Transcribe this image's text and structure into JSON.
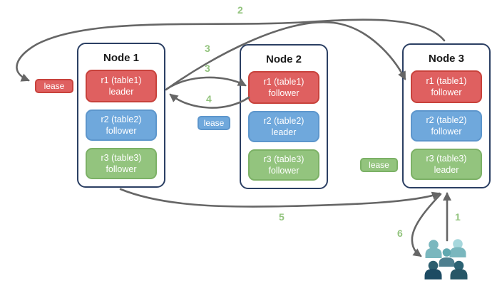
{
  "nodes": [
    {
      "title": "Node 1",
      "replicas": [
        {
          "name": "r1 (table1)",
          "role": "leader"
        },
        {
          "name": "r2 (table2)",
          "role": "follower"
        },
        {
          "name": "r3 (table3)",
          "role": "follower"
        }
      ]
    },
    {
      "title": "Node 2",
      "replicas": [
        {
          "name": "r1 (table1)",
          "role": "follower"
        },
        {
          "name": "r2 (table2)",
          "role": "leader"
        },
        {
          "name": "r3 (table3)",
          "role": "follower"
        }
      ]
    },
    {
      "title": "Node 3",
      "replicas": [
        {
          "name": "r1 (table1)",
          "role": "follower"
        },
        {
          "name": "r2 (table2)",
          "role": "follower"
        },
        {
          "name": "r3 (table3)",
          "role": "leader"
        }
      ]
    }
  ],
  "leases": [
    {
      "label": "lease",
      "color": "#df6060"
    },
    {
      "label": "lease",
      "color": "#6fa8dc"
    },
    {
      "label": "lease",
      "color": "#93c47e"
    }
  ],
  "steps": {
    "s1": "1",
    "s2": "2",
    "s3_top": "3",
    "s3_mid": "3",
    "s4": "4",
    "s5": "5",
    "s6": "6"
  },
  "icons": {
    "users": "users-icon"
  },
  "colors": {
    "replica_red": "#df6060",
    "replica_red_border": "#c8423c",
    "replica_blue": "#6fa8dc",
    "replica_blue_border": "#5d96cc",
    "replica_green": "#93c47e",
    "replica_green_border": "#7cb166",
    "node_border": "#2b3f63",
    "arrow": "#666666",
    "step_label": "#93c47e",
    "users_light": "#a6d7dc",
    "users_teal": "#7ab7be",
    "users_mid": "#4e7f8f",
    "users_dark": "#1d4b63"
  }
}
